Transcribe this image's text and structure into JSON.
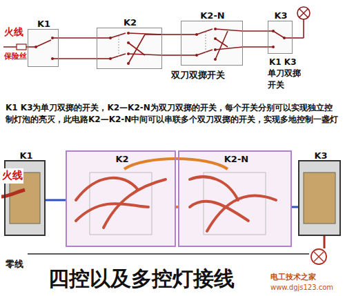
{
  "diagram": {
    "title": "四控以及多控灯接线",
    "nodes": [
      {
        "text": [
          "K1"
        ]
      },
      {
        "text": [
          "K2"
        ]
      },
      {
        "text": [
          "K2-N"
        ]
      },
      {
        "text": [
          "K3"
        ]
      },
      {
        "text": [
          "K1"
        ]
      },
      {
        "text": [
          "K2"
        ]
      },
      {
        "text": [
          "K2-N"
        ]
      },
      {
        "text": [
          "K3"
        ]
      }
    ],
    "edges": [
      {
        "from": 0,
        "to": 1,
        "arrow": "none"
      },
      {
        "from": 0,
        "to": 1,
        "arrow": "none"
      },
      {
        "from": 1,
        "to": 2,
        "arrow": "none"
      },
      {
        "from": 1,
        "to": 2,
        "arrow": "none"
      },
      {
        "from": 2,
        "to": 3,
        "arrow": "none"
      },
      {
        "from": 2,
        "to": 3,
        "arrow": "none"
      },
      {
        "from": 4,
        "to": 5,
        "arrow": "none"
      },
      {
        "from": 5,
        "to": 6,
        "arrow": "none"
      },
      {
        "from": 6,
        "to": 7,
        "arrow": "none"
      }
    ],
    "labels": [
      "火线",
      "保险丝",
      "双刀双掷开关",
      "K1 K3",
      "单刀双掷开关",
      "K1 K3为单刀双掷的开关，K2—K2-N为双刀双掷的开关，每个开关分别可以实现独立控制灯泡的亮灭，此电路K2—K2-N中间可以串联多个双刀双掷的开关，实现多地控制一盏灯",
      "火线",
      "零线",
      "电工技术之家",
      "www.dgjs123.com"
    ]
  }
}
